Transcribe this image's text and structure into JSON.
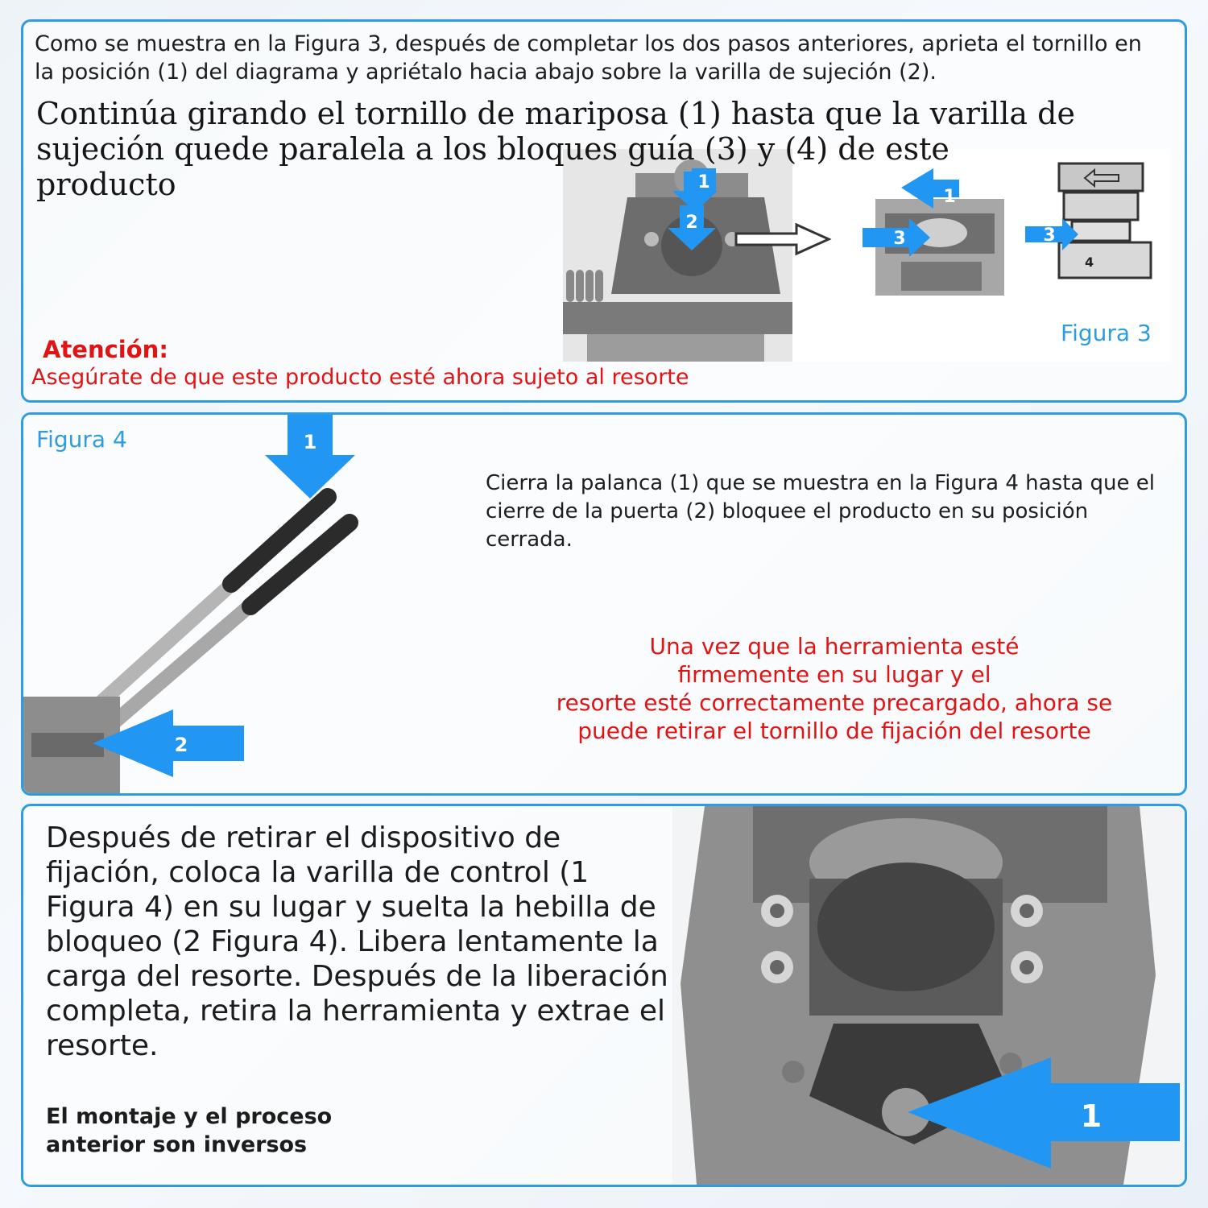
{
  "panel1": {
    "intro": "Como se muestra en la Figura 3, después de completar los dos pasos anteriores, aprieta el tornillo en la posición (1) del diagrama y apriétalo hacia abajo sobre la varilla de sujeción (2).",
    "heading": "Continúa girando el tornillo de mariposa (1) hasta que la varilla de sujeción quede paralela a los bloques guía (3) y (4) de este producto",
    "figure_label": "Figura 3",
    "markers": [
      "1",
      "2",
      "1",
      "3",
      "3",
      "4"
    ],
    "warning_title": "Atención:",
    "warning_text": "Asegúrate de que este producto esté ahora sujeto al resorte"
  },
  "panel2": {
    "figure_label": "Figura 4",
    "markers": [
      "1",
      "2"
    ],
    "text": "Cierra la palanca (1) que se muestra en la Figura 4 hasta que el cierre de la puerta (2) bloquee el producto en su posición cerrada.",
    "warning_lines": [
      "Una vez que la herramienta esté",
      "firmemente en su lugar y el",
      "resorte esté correctamente precargado, ahora se",
      "puede retirar el tornillo de fijación del resorte"
    ]
  },
  "panel3": {
    "text": "Después de retirar el dispositivo de fijación, coloca la varilla de control (1 Figura 4) en su lugar y suelta la hebilla de bloqueo (2 Figura 4). Libera lentamente la carga del resorte. Después de la liberación completa, retira la herramienta y extrae el resorte.",
    "note_lines": [
      "El montaje y el proceso",
      "anterior son inversos"
    ],
    "markers": [
      "1"
    ]
  },
  "colors": {
    "accent": "#2d9ce0",
    "warning": "#e01414",
    "arrow": "#2196f3"
  }
}
